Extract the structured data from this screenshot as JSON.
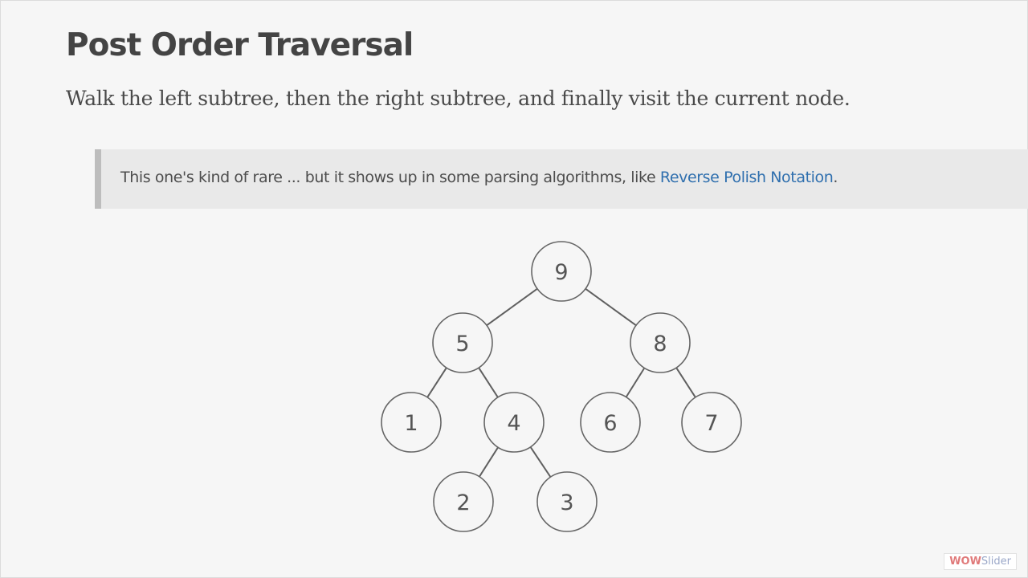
{
  "slide": {
    "title": "Post Order Traversal",
    "subtitle": "Walk the left subtree, then the right subtree, and finally visit the current node.",
    "note": {
      "text_before": "This one's kind of rare ... but it shows up in some parsing algorithms, like ",
      "link_text": "Reverse Polish Notation",
      "text_after": "."
    }
  },
  "tree": {
    "nodes": [
      {
        "id": "n9",
        "label": "9"
      },
      {
        "id": "n5",
        "label": "5"
      },
      {
        "id": "n8",
        "label": "8"
      },
      {
        "id": "n1",
        "label": "1"
      },
      {
        "id": "n4",
        "label": "4"
      },
      {
        "id": "n6",
        "label": "6"
      },
      {
        "id": "n7",
        "label": "7"
      },
      {
        "id": "n2",
        "label": "2"
      },
      {
        "id": "n3",
        "label": "3"
      }
    ],
    "edges": [
      [
        "n9",
        "n5"
      ],
      [
        "n9",
        "n8"
      ],
      [
        "n5",
        "n1"
      ],
      [
        "n5",
        "n4"
      ],
      [
        "n8",
        "n6"
      ],
      [
        "n8",
        "n7"
      ],
      [
        "n4",
        "n2"
      ],
      [
        "n4",
        "n3"
      ]
    ]
  },
  "watermark": {
    "part1": "WOW",
    "part2": "Slider"
  },
  "colors": {
    "link": "#2f6fae",
    "title": "#444444",
    "quote_bg": "#e9e9e9",
    "quote_border": "#bdbdbd"
  }
}
